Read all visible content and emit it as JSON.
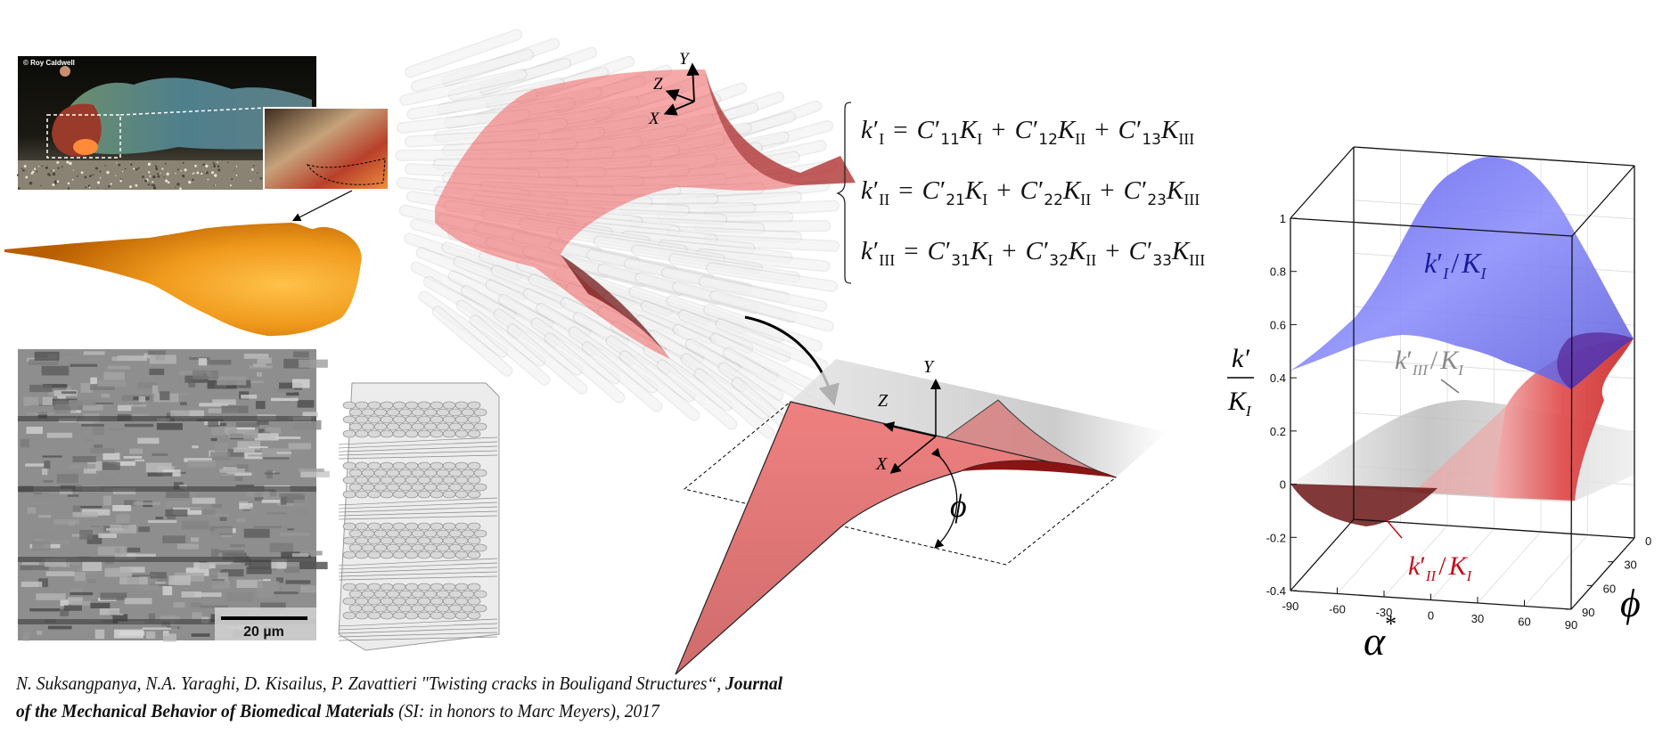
{
  "photo": {
    "credit": "© Roy Caldwell"
  },
  "sem": {
    "scale_bar": "20 µm"
  },
  "top_axes": {
    "x": "X",
    "y": "Y",
    "z": "Z"
  },
  "crack_axes": {
    "x": "X",
    "y": "Y",
    "z": "Z",
    "angle": "ϕ"
  },
  "equations": {
    "symbols": {
      "k": "k",
      "C": "C",
      "K": "K",
      "prime": "′",
      "eq": "=",
      "plus": "+"
    },
    "rows": [
      {
        "lhs_sub": "I",
        "terms": [
          {
            "c_sub": "11",
            "k_sub": "I"
          },
          {
            "c_sub": "12",
            "k_sub": "II"
          },
          {
            "c_sub": "13",
            "k_sub": "III"
          }
        ]
      },
      {
        "lhs_sub": "II",
        "terms": [
          {
            "c_sub": "21",
            "k_sub": "I"
          },
          {
            "c_sub": "22",
            "k_sub": "II"
          },
          {
            "c_sub": "23",
            "k_sub": "III"
          }
        ]
      },
      {
        "lhs_sub": "III",
        "terms": [
          {
            "c_sub": "31",
            "k_sub": "I"
          },
          {
            "c_sub": "32",
            "k_sub": "II"
          },
          {
            "c_sub": "33",
            "k_sub": "III"
          }
        ]
      }
    ]
  },
  "chart_data": {
    "type": "surface",
    "zlabel": {
      "num": "k′",
      "den": "K",
      "den_sub": "I"
    },
    "xlabel": {
      "symbol": "α",
      "sup": "*"
    },
    "ylabel": "ϕ",
    "zlim": [
      -0.4,
      1
    ],
    "zticks": [
      "1",
      "0.8",
      "0.6",
      "0.4",
      "0.2",
      "0",
      "-0.2",
      "-0.4"
    ],
    "xlim": [
      -90,
      90
    ],
    "xticks": [
      "-90",
      "-60",
      "-30",
      "0",
      "30",
      "60",
      "90"
    ],
    "ylim": [
      0,
      90
    ],
    "yticks": [
      "0",
      "30",
      "60",
      "90"
    ],
    "grid": true,
    "series": [
      {
        "name": "k′_I/K_I",
        "k": "k",
        "prime": "′",
        "sub": "I",
        "slash": "/",
        "K": "K",
        "K_sub": "I",
        "color": "#6b6bf2",
        "label_color": "#1c1ca0",
        "approx_max": 1.0,
        "approx_min": 0.38
      },
      {
        "name": "k′_III/K_I",
        "k": "k",
        "prime": "′",
        "sub": "III",
        "slash": "/",
        "K": "K",
        "K_sub": "I",
        "color": "#d8d8d8",
        "label_color": "#8a8a8a",
        "approx_max": 0.32,
        "approx_min": 0.0
      },
      {
        "name": "k′_II/K_I",
        "k": "k",
        "prime": "′",
        "sub": "II",
        "slash": "/",
        "K": "K",
        "K_sub": "I",
        "color": "#e03a3a",
        "label_color": "#c0101a",
        "approx_max": 0.55,
        "approx_min": -0.2
      }
    ]
  },
  "citation": {
    "authors": "N. Suksangpanya, N.A. Yaraghi, D. Kisailus, P. Zavattieri ",
    "title": "\"Twisting cracks in Bouligand Structures“,  ",
    "journal_a": "Journal",
    "journal_b": "of the Mechanical Behavior of Biomedical Materials",
    "note": " (SI: in honors to Marc Meyers), 2017"
  }
}
